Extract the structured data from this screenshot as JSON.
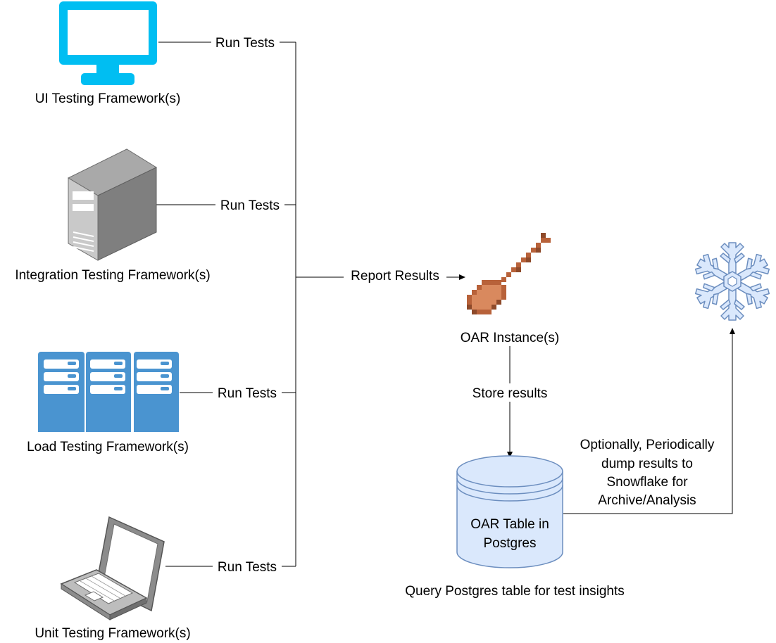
{
  "nodes": {
    "ui": {
      "label": "UI Testing Framework(s)",
      "icon": "monitor-icon"
    },
    "integration": {
      "label": "Integration Testing Framework(s)",
      "icon": "server-tower-icon"
    },
    "load": {
      "label": "Load Testing Framework(s)",
      "icon": "server-rack-icon"
    },
    "unit": {
      "label": "Unit Testing Framework(s)",
      "icon": "laptop-icon"
    },
    "oar": {
      "label": "OAR Instance(s)",
      "icon": "spoon-icon"
    },
    "table": {
      "label_line1": "OAR Table in",
      "label_line2": "Postgres",
      "icon": "database-cylinder-icon"
    },
    "snowflake": {
      "icon": "snowflake-icon"
    }
  },
  "edges": {
    "ui_run": "Run Tests",
    "integration_run": "Run Tests",
    "load_run": "Run Tests",
    "unit_run": "Run Tests",
    "report": "Report Results",
    "store": "Store results",
    "dump_line1": "Optionally, Periodically",
    "dump_line2": "dump results to",
    "dump_line3": "Snowflake for",
    "dump_line4": "Archive/Analysis"
  },
  "footer_note": "Query Postgres table for test insights",
  "colors": {
    "monitor": "#00BEF2",
    "server_rack": "#4A94D0",
    "spoon": "#B8623A",
    "database_fill": "#DAE8FC",
    "database_stroke": "#6C8EBF",
    "snowflake_fill": "#DAE8FC",
    "snowflake_stroke": "#6C8EBF"
  }
}
